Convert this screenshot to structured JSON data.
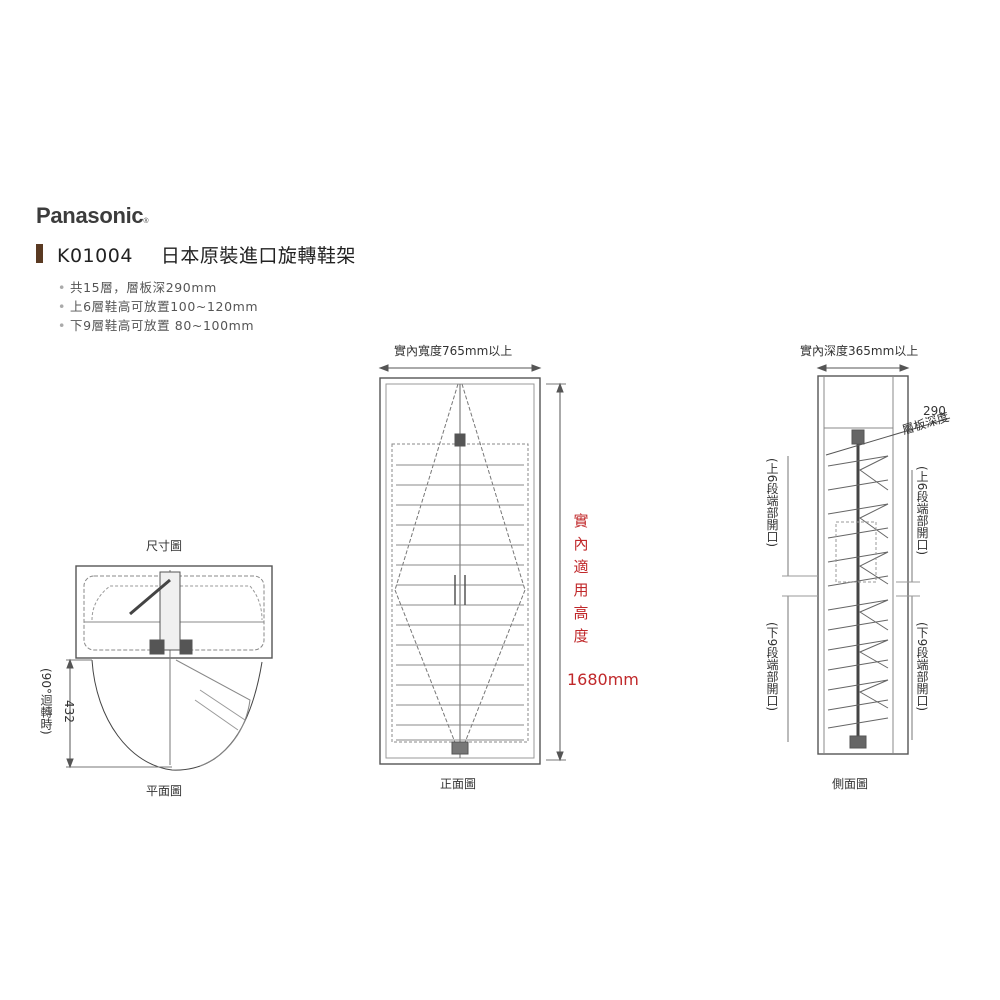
{
  "brand": {
    "name": "Panasonic",
    "mark": "®"
  },
  "header": {
    "model": "K01004",
    "title": "日本原裝進口旋轉鞋架"
  },
  "specs": [
    "共15層，層板深290mm",
    "上6層鞋高可放置100~120mm",
    "下9層鞋高可放置  80~100mm"
  ],
  "plan_view": {
    "caption_top": "尺寸圖",
    "caption_bottom": "平面圖",
    "dimension": "432",
    "dimension_note": "(90°迴轉時)"
  },
  "front_view": {
    "width_label": "實內寬度765mm以上",
    "height_label_chars": [
      "實",
      "內",
      "適",
      "用",
      "高",
      "度"
    ],
    "height_value": "1680mm",
    "caption": "正面圖"
  },
  "side_view": {
    "depth_label": "實內深度365mm以上",
    "shelf_depth_value": "290",
    "shelf_depth_label": "層板深度",
    "upper_opening_left": "(上6段端部開口)",
    "upper_opening_right": "(上6段端部開口)",
    "lower_opening_left": "(下9段端部開口)",
    "lower_opening_right": "(下9段端部開口)",
    "caption": "側面圖"
  },
  "colors": {
    "accent_bar": "#5a3a22",
    "highlight": "#c0282a",
    "line": "#555555"
  }
}
